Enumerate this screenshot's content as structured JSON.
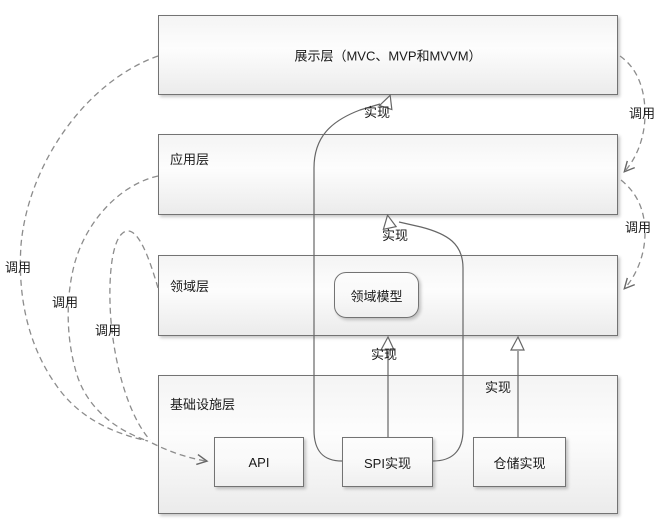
{
  "diagram": {
    "layers": [
      {
        "name": "presentation-layer",
        "label": "展示层（MVC、MVP和MVVM）"
      },
      {
        "name": "application-layer",
        "label": "应用层"
      },
      {
        "name": "domain-layer",
        "label": "领域层"
      },
      {
        "name": "infrastructure-layer",
        "label": "基础设施层"
      }
    ],
    "nodes": [
      {
        "name": "domain-model",
        "label": "领域模型"
      },
      {
        "name": "api",
        "label": "API"
      },
      {
        "name": "spi-implementation",
        "label": "SPI实现"
      },
      {
        "name": "repository-implementation",
        "label": "仓储实现"
      }
    ],
    "edges": [
      {
        "name": "presentation-calls-api",
        "label": "调用"
      },
      {
        "name": "application-calls-api",
        "label": "调用"
      },
      {
        "name": "domain-calls-api",
        "label": "调用"
      },
      {
        "name": "presentation-calls-application",
        "label": "调用"
      },
      {
        "name": "application-calls-domain",
        "label": "调用"
      },
      {
        "name": "spi-implements-presentation",
        "label": "实现"
      },
      {
        "name": "spi-implements-application",
        "label": "实现"
      },
      {
        "name": "spi-implements-domain",
        "label": "实现"
      },
      {
        "name": "repository-implements-domain",
        "label": "实现"
      }
    ],
    "colors": {
      "solid_line": "#666666",
      "dashed_line": "#8c8c8c",
      "box_border": "#737373",
      "text": "#1a1a1a"
    }
  }
}
